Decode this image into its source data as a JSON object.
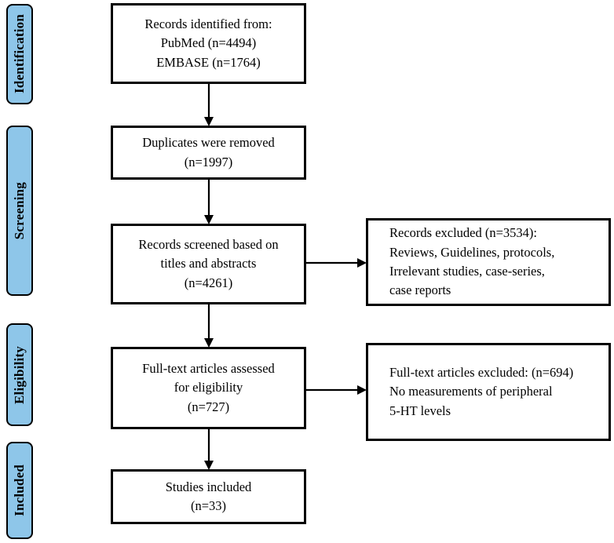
{
  "colors": {
    "stage_fill": "#8EC6E9",
    "border": "#000000",
    "background": "#ffffff"
  },
  "sidebar": {
    "stages": [
      {
        "label": "Identification"
      },
      {
        "label": "Screening"
      },
      {
        "label": "Eligibility"
      },
      {
        "label": "Included"
      }
    ]
  },
  "flow": {
    "boxes": [
      {
        "lines": [
          "Records identified from:",
          "PubMed (n=4494)",
          "EMBASE (n=1764)"
        ]
      },
      {
        "lines": [
          "Duplicates were removed",
          "(n=1997)"
        ]
      },
      {
        "lines": [
          "Records screened based on",
          "titles and abstracts",
          "(n=4261)"
        ]
      },
      {
        "lines": [
          "Full-text articles assessed",
          "for eligibility",
          "(n=727)"
        ]
      },
      {
        "lines": [
          "Studies included",
          "(n=33)"
        ]
      }
    ],
    "exclusion_boxes": [
      {
        "lines": [
          "Records excluded (n=3534):",
          "Reviews, Guidelines, protocols,",
          "Irrelevant studies, case-series,",
          "case reports"
        ]
      },
      {
        "lines": [
          "Full-text articles excluded: (n=694)",
          "No measurements of peripheral",
          "5-HT levels"
        ]
      }
    ]
  }
}
